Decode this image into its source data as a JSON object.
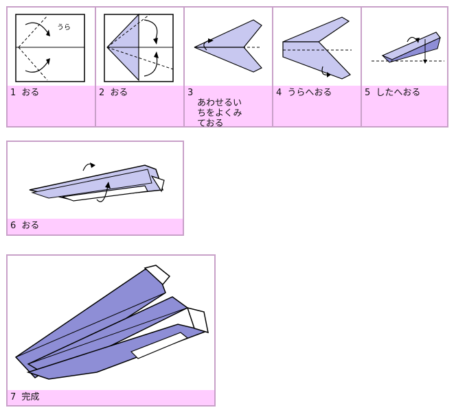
{
  "steps": [
    {
      "num": "1",
      "label": "おる"
    },
    {
      "num": "2",
      "label": "おる"
    },
    {
      "num": "3",
      "label_lines": [
        "あわせるい",
        "ちをよくみ",
        "ておる"
      ]
    },
    {
      "num": "4",
      "label": "うらへおる"
    },
    {
      "num": "5",
      "label": "したへおる"
    },
    {
      "num": "6",
      "label": "おる"
    },
    {
      "num": "7",
      "label": "完成"
    }
  ],
  "diagram_text": {
    "ura": "うら"
  },
  "colors": {
    "border": "#c8a0c8",
    "caption_bg": "#ffccff",
    "paper": "#c8c8f0",
    "paper_dark": "#8e8ed6"
  }
}
